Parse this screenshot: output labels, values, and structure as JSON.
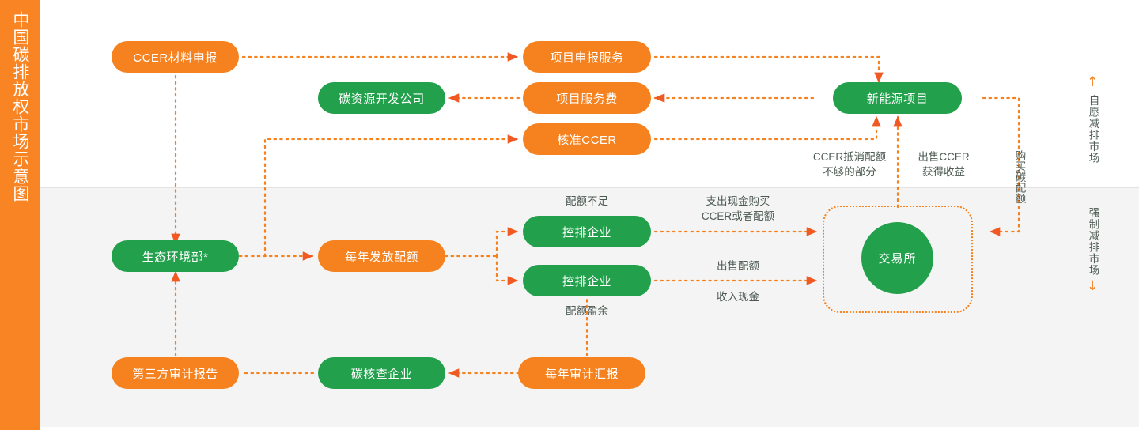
{
  "title_bar": {
    "text": "中国碳排放权市场示意图"
  },
  "colors": {
    "orange": "#F5821F",
    "orange_bar": "#F98424",
    "green": "#22A04C",
    "band_gray": "#f4f4f4",
    "label_text": "#4c5a52",
    "divider": "#e3e3e3"
  },
  "nodes": {
    "ccer_material": "CCER材料申报",
    "project_apply_service": "项目申报服务",
    "carbon_resource_company": "碳资源开发公司",
    "project_service_fee": "项目服务费",
    "approve_ccer": "核准CCER",
    "new_energy_project": "新能源项目",
    "ministry_env": "生态环境部*",
    "annual_quota": "每年发放配额",
    "controlled_enterprise_1": "控排企业",
    "controlled_enterprise_2": "控排企业",
    "exchange": "交易所",
    "third_party_audit_report": "第三方审计报告",
    "carbon_verify_company": "碳核查企业",
    "annual_audit_report": "每年审计汇报"
  },
  "annotations": {
    "quota_shortage": "配额不足",
    "quota_surplus": "配额盈余",
    "ccer_offset": "CCER抵消配额\n不够的部分",
    "sell_ccer": "出售CCER\n获得收益",
    "buy_carbon_quota": "购买碳配额",
    "spend_cash_buy": "支出现金购买\nCCER或者配额",
    "sell_quota": "出售配额",
    "receive_cash": "收入现金"
  },
  "markets": {
    "voluntary": {
      "label": "自愿减排市场",
      "arrow": "↑"
    },
    "mandatory": {
      "label": "强制减排市场",
      "arrow": "↓"
    }
  }
}
